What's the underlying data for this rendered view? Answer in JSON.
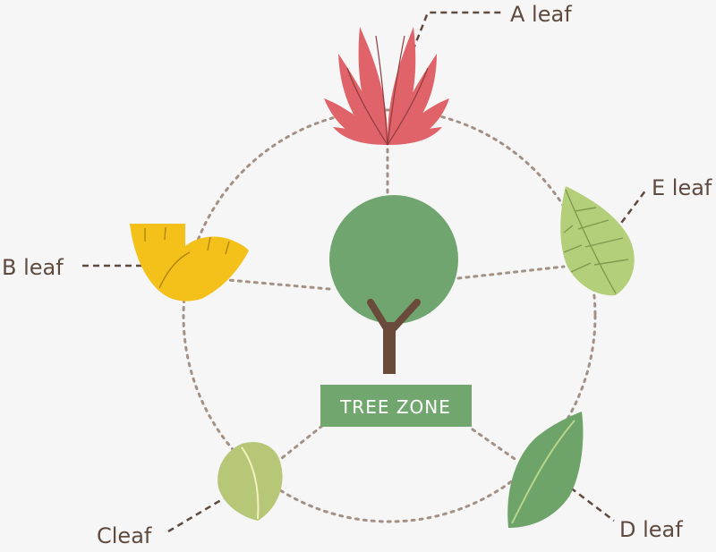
{
  "center": {
    "label": "TREE ZONE"
  },
  "leaves": {
    "a": {
      "label": "A leaf"
    },
    "b": {
      "label": "B leaf"
    },
    "c": {
      "label": "Cleaf"
    },
    "d": {
      "label": "D leaf"
    },
    "e": {
      "label": "E leaf"
    }
  },
  "colors": {
    "background": "#f6f6f6",
    "dots": "#a39186",
    "leader": "#5e4a3f",
    "tree_crown": "#71a56f",
    "tree_trunk": "#6a4a3a",
    "zone_box": "#72a66f",
    "leaf_a": "#e0636a",
    "leaf_b": "#f3c11a",
    "leaf_c": "#b6c877",
    "leaf_d": "#6ea46a",
    "leaf_e": "#b3cf7a",
    "text": "#5e4a3f"
  }
}
